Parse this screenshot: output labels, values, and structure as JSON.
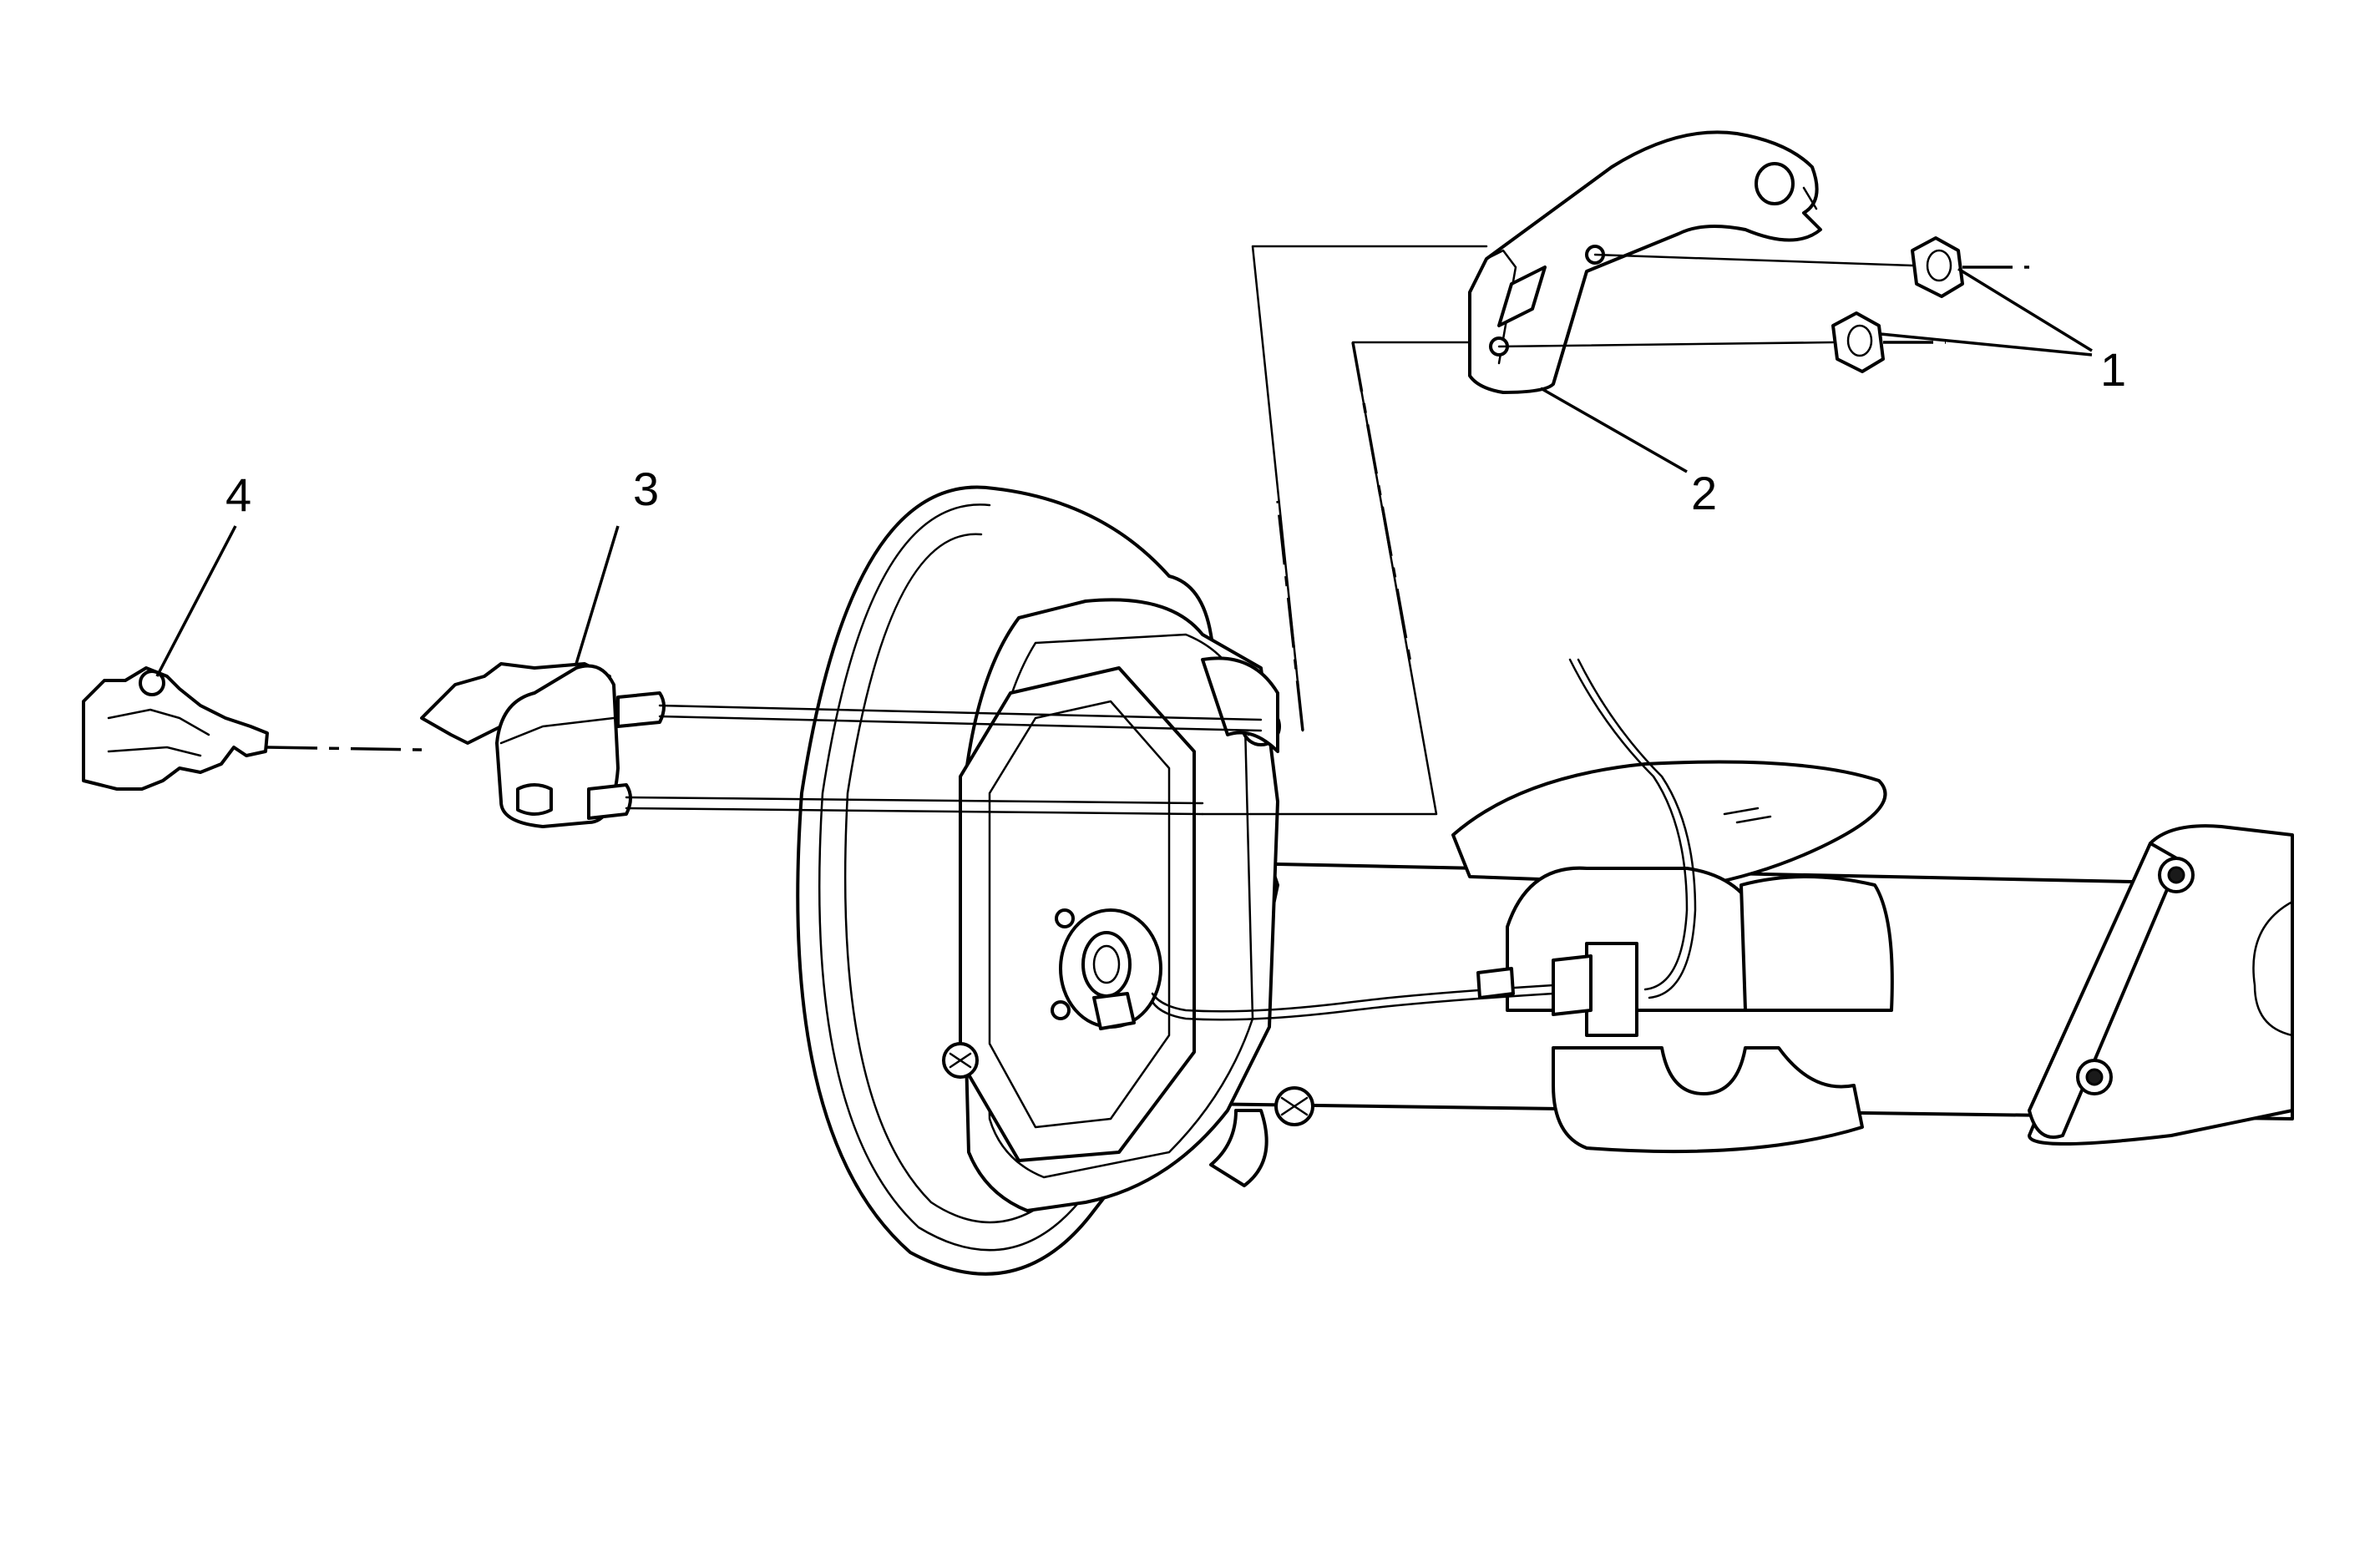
{
  "callouts": [
    {
      "id": "1",
      "text": "1"
    },
    {
      "id": "2",
      "text": "2"
    },
    {
      "id": "3",
      "text": "3"
    },
    {
      "id": "4",
      "text": "4"
    }
  ],
  "colors": {
    "line": "#000000",
    "fill": "#ffffff",
    "shade": "#e6e6e6"
  }
}
